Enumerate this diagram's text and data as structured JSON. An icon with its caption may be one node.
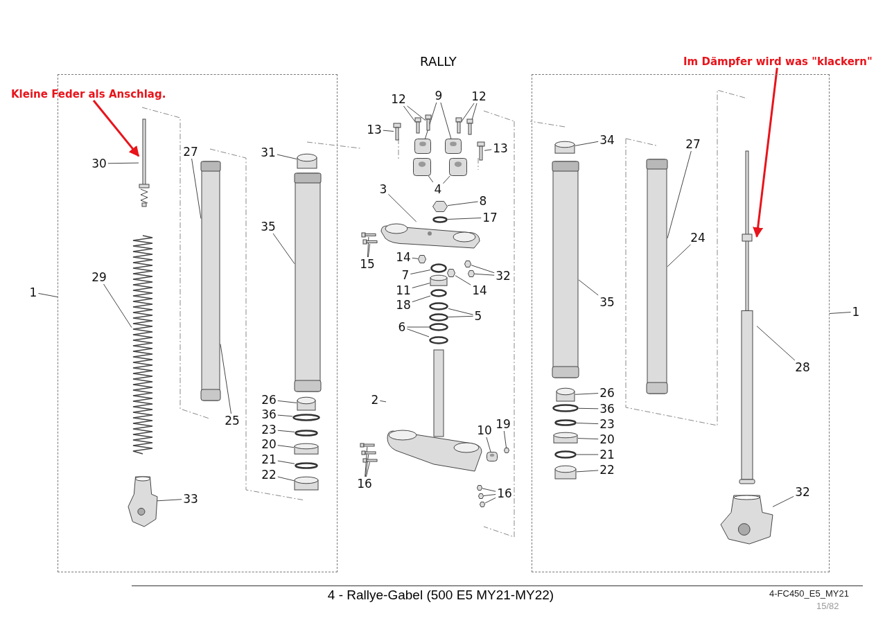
{
  "diagram": {
    "title": "RALLY",
    "caption": "4 - Rallye-Gabel (500 E5 MY21-MY22)",
    "nodes": [
      {
        "text": [
          "Kleine Feder als Anschlag."
        ]
      },
      {
        "text": [
          "Im Dämpfer wird was \"klackern\""
        ]
      },
      {
        "text": [],
        "shape": "box"
      },
      {
        "text": [],
        "shape": "box"
      },
      {
        "text": [
          "1"
        ]
      },
      {
        "text": [
          "1"
        ]
      },
      {
        "text": [],
        "shape": "picture",
        "in": 2
      },
      {
        "text": [],
        "shape": "picture",
        "in": 2
      },
      {
        "text": [],
        "shape": "picture",
        "in": 2
      },
      {
        "text": [],
        "shape": "picture",
        "in": 2
      },
      {
        "text": [],
        "shape": "cylinder",
        "in": 2
      },
      {
        "text": [],
        "shape": "picture",
        "in": 2
      },
      {
        "text": [],
        "shape": "cylinder",
        "in": 2
      },
      {
        "text": [],
        "shape": "circle",
        "in": 2
      },
      {
        "text": [],
        "shape": "circle",
        "in": 2
      },
      {
        "text": [],
        "shape": "cylinder",
        "in": 2
      },
      {
        "text": [],
        "shape": "circle",
        "in": 2
      },
      {
        "text": [],
        "shape": "cylinder",
        "in": 2
      },
      {
        "text": [
          "30"
        ],
        "in": 2
      },
      {
        "text": [
          "29"
        ],
        "in": 2
      },
      {
        "text": [
          "27"
        ],
        "in": 2
      },
      {
        "text": [
          "25"
        ],
        "in": 2
      },
      {
        "text": [
          "33"
        ],
        "in": 2
      },
      {
        "text": [
          "31"
        ],
        "in": 2
      },
      {
        "text": [
          "35"
        ],
        "in": 2
      },
      {
        "text": [
          "26"
        ],
        "in": 2
      },
      {
        "text": [
          "36"
        ],
        "in": 2
      },
      {
        "text": [
          "23"
        ],
        "in": 2
      },
      {
        "text": [
          "20"
        ],
        "in": 2
      },
      {
        "text": [
          "21"
        ],
        "in": 2
      },
      {
        "text": [
          "22"
        ],
        "in": 2
      },
      {
        "text": [],
        "shape": "picture"
      },
      {
        "text": [],
        "shape": "picture"
      },
      {
        "text": [],
        "shape": "picture"
      },
      {
        "text": [],
        "shape": "picture"
      },
      {
        "text": [],
        "shape": "picture"
      },
      {
        "text": [],
        "shape": "picture"
      },
      {
        "text": [],
        "shape": "picture"
      },
      {
        "text": [],
        "shape": "picture"
      },
      {
        "text": [],
        "shape": "picture"
      },
      {
        "text": [],
        "shape": "picture"
      },
      {
        "text": [],
        "shape": "box"
      },
      {
        "text": [],
        "shape": "circle"
      },
      {
        "text": [],
        "shape": "picture"
      },
      {
        "text": [],
        "shape": "picture"
      },
      {
        "text": [],
        "shape": "picture"
      },
      {
        "text": [],
        "shape": "box"
      },
      {
        "text": [],
        "shape": "box"
      },
      {
        "text": [],
        "shape": "box"
      },
      {
        "text": [],
        "shape": "box"
      },
      {
        "text": [],
        "shape": "circle"
      },
      {
        "text": [],
        "shape": "cylinder"
      },
      {
        "text": [],
        "shape": "circle"
      },
      {
        "text": [],
        "shape": "circle"
      },
      {
        "text": [],
        "shape": "circle"
      },
      {
        "text": [],
        "shape": "circle"
      },
      {
        "text": [],
        "shape": "circle"
      },
      {
        "text": [],
        "shape": "picture"
      },
      {
        "text": [],
        "shape": "picture"
      },
      {
        "text": [],
        "shape": "picture"
      },
      {
        "text": [],
        "shape": "picture"
      },
      {
        "text": [],
        "shape": "box"
      },
      {
        "text": [],
        "shape": "box"
      },
      {
        "text": [],
        "shape": "box"
      },
      {
        "text": [],
        "shape": "picture"
      },
      {
        "text": [],
        "shape": "box"
      },
      {
        "text": [
          "12"
        ]
      },
      {
        "text": [
          "12"
        ]
      },
      {
        "text": [
          "9"
        ]
      },
      {
        "text": [
          "13"
        ]
      },
      {
        "text": [
          "13"
        ]
      },
      {
        "text": [
          "4"
        ]
      },
      {
        "text": [
          "8"
        ]
      },
      {
        "text": [
          "17"
        ]
      },
      {
        "text": [
          "3"
        ]
      },
      {
        "text": [
          "15"
        ]
      },
      {
        "text": [
          "14"
        ]
      },
      {
        "text": [
          "32"
        ]
      },
      {
        "text": [
          "7"
        ]
      },
      {
        "text": [
          "14"
        ]
      },
      {
        "text": [
          "11"
        ]
      },
      {
        "text": [
          "18"
        ]
      },
      {
        "text": [
          "5"
        ]
      },
      {
        "text": [
          "6"
        ]
      },
      {
        "text": [
          "2"
        ]
      },
      {
        "text": [
          "10"
        ]
      },
      {
        "text": [
          "19"
        ]
      },
      {
        "text": [
          "16"
        ]
      },
      {
        "text": [
          "16"
        ]
      },
      {
        "text": [],
        "shape": "cylinder",
        "in": 3
      },
      {
        "text": [],
        "shape": "picture",
        "in": 3
      },
      {
        "text": [],
        "shape": "cylinder",
        "in": 3
      },
      {
        "text": [],
        "shape": "circle",
        "in": 3
      },
      {
        "text": [],
        "shape": "circle",
        "in": 3
      },
      {
        "text": [],
        "shape": "cylinder",
        "in": 3
      },
      {
        "text": [],
        "shape": "circle",
        "in": 3
      },
      {
        "text": [],
        "shape": "cylinder",
        "in": 3
      },
      {
        "text": [],
        "shape": "picture",
        "in": 3
      },
      {
        "text": [],
        "shape": "picture",
        "in": 3
      },
      {
        "text": [],
        "shape": "picture",
        "in": 3
      },
      {
        "text": [
          "34"
        ],
        "in": 3
      },
      {
        "text": [
          "35"
        ],
        "in": 3
      },
      {
        "text": [
          "26"
        ],
        "in": 3
      },
      {
        "text": [
          "36"
        ],
        "in": 3
      },
      {
        "text": [
          "23"
        ],
        "in": 3
      },
      {
        "text": [
          "20"
        ],
        "in": 3
      },
      {
        "text": [
          "21"
        ],
        "in": 3
      },
      {
        "text": [
          "22"
        ],
        "in": 3
      },
      {
        "text": [
          "27"
        ],
        "in": 3
      },
      {
        "text": [
          "24"
        ],
        "in": 3
      },
      {
        "text": [
          "28"
        ],
        "in": 3
      },
      {
        "text": [
          "32"
        ],
        "in": 3
      }
    ],
    "edges": [
      {
        "from": 0,
        "to": 6,
        "arrow": "to",
        "style": "thick",
        "color": "#e8141b"
      },
      {
        "from": 1,
        "to": 98,
        "arrow": "to",
        "style": "thick",
        "color": "#e8141b"
      },
      {
        "from": 4,
        "to": 2,
        "arrow": "none"
      },
      {
        "from": 5,
        "to": 3,
        "arrow": "none"
      },
      {
        "from": 18,
        "to": 6,
        "arrow": "none"
      },
      {
        "from": 19,
        "to": 7,
        "arrow": "none"
      },
      {
        "from": 20,
        "to": 8,
        "arrow": "none"
      },
      {
        "from": 21,
        "to": 8,
        "arrow": "none"
      },
      {
        "from": 22,
        "to": 9,
        "arrow": "none"
      },
      {
        "from": 23,
        "to": 10,
        "arrow": "none"
      },
      {
        "from": 24,
        "to": 11,
        "arrow": "none"
      },
      {
        "from": 25,
        "to": 12,
        "arrow": "none"
      },
      {
        "from": 26,
        "to": 13,
        "arrow": "none"
      },
      {
        "from": 27,
        "to": 14,
        "arrow": "none"
      },
      {
        "from": 28,
        "to": 15,
        "arrow": "none"
      },
      {
        "from": 29,
        "to": 16,
        "arrow": "none"
      },
      {
        "from": 30,
        "to": 17,
        "arrow": "none"
      },
      {
        "from": 66,
        "to": 31,
        "arrow": "none"
      },
      {
        "from": 66,
        "to": 32,
        "arrow": "none"
      },
      {
        "from": 67,
        "to": 33,
        "arrow": "none"
      },
      {
        "from": 67,
        "to": 34,
        "arrow": "none"
      },
      {
        "from": 68,
        "to": 37,
        "arrow": "none"
      },
      {
        "from": 68,
        "to": 38,
        "arrow": "none"
      },
      {
        "from": 69,
        "to": 35,
        "arrow": "none"
      },
      {
        "from": 70,
        "to": 36,
        "arrow": "none"
      },
      {
        "from": 71,
        "to": 39,
        "arrow": "none"
      },
      {
        "from": 71,
        "to": 40,
        "arrow": "none"
      },
      {
        "from": 72,
        "to": 41,
        "arrow": "none"
      },
      {
        "from": 73,
        "to": 42,
        "arrow": "none"
      },
      {
        "from": 74,
        "to": 43,
        "arrow": "none"
      },
      {
        "from": 75,
        "to": 44,
        "arrow": "none"
      },
      {
        "from": 75,
        "to": 45,
        "arrow": "none"
      },
      {
        "from": 76,
        "to": 46,
        "arrow": "none"
      },
      {
        "from": 77,
        "to": 48,
        "arrow": "none"
      },
      {
        "from": 77,
        "to": 49,
        "arrow": "none"
      },
      {
        "from": 78,
        "to": 50,
        "arrow": "none"
      },
      {
        "from": 79,
        "to": 47,
        "arrow": "none"
      },
      {
        "from": 80,
        "to": 51,
        "arrow": "none"
      },
      {
        "from": 81,
        "to": 52,
        "arrow": "none"
      },
      {
        "from": 82,
        "to": 53,
        "arrow": "none"
      },
      {
        "from": 82,
        "to": 54,
        "arrow": "none"
      },
      {
        "from": 83,
        "to": 55,
        "arrow": "none"
      },
      {
        "from": 83,
        "to": 56,
        "arrow": "none"
      },
      {
        "from": 84,
        "to": 57,
        "arrow": "none"
      },
      {
        "from": 85,
        "to": 64,
        "arrow": "none"
      },
      {
        "from": 86,
        "to": 65,
        "arrow": "none"
      },
      {
        "from": 87,
        "to": 58,
        "arrow": "none"
      },
      {
        "from": 87,
        "to": 59,
        "arrow": "none"
      },
      {
        "from": 87,
        "to": 60,
        "arrow": "none"
      },
      {
        "from": 88,
        "to": 61,
        "arrow": "none"
      },
      {
        "from": 88,
        "to": 62,
        "arrow": "none"
      },
      {
        "from": 88,
        "to": 63,
        "arrow": "none"
      },
      {
        "from": 100,
        "to": 89,
        "arrow": "none"
      },
      {
        "from": 101,
        "to": 90,
        "arrow": "none"
      },
      {
        "from": 102,
        "to": 91,
        "arrow": "none"
      },
      {
        "from": 103,
        "to": 92,
        "arrow": "none"
      },
      {
        "from": 104,
        "to": 93,
        "arrow": "none"
      },
      {
        "from": 105,
        "to": 94,
        "arrow": "none"
      },
      {
        "from": 106,
        "to": 95,
        "arrow": "none"
      },
      {
        "from": 107,
        "to": 96,
        "arrow": "none"
      },
      {
        "from": 108,
        "to": 97,
        "arrow": "none"
      },
      {
        "from": 109,
        "to": 97,
        "arrow": "none"
      },
      {
        "from": 110,
        "to": 98,
        "arrow": "none"
      },
      {
        "from": 111,
        "to": 99,
        "arrow": "none"
      }
    ],
    "labels": [
      "4-FC450_E5_MY21",
      "15/82"
    ]
  }
}
